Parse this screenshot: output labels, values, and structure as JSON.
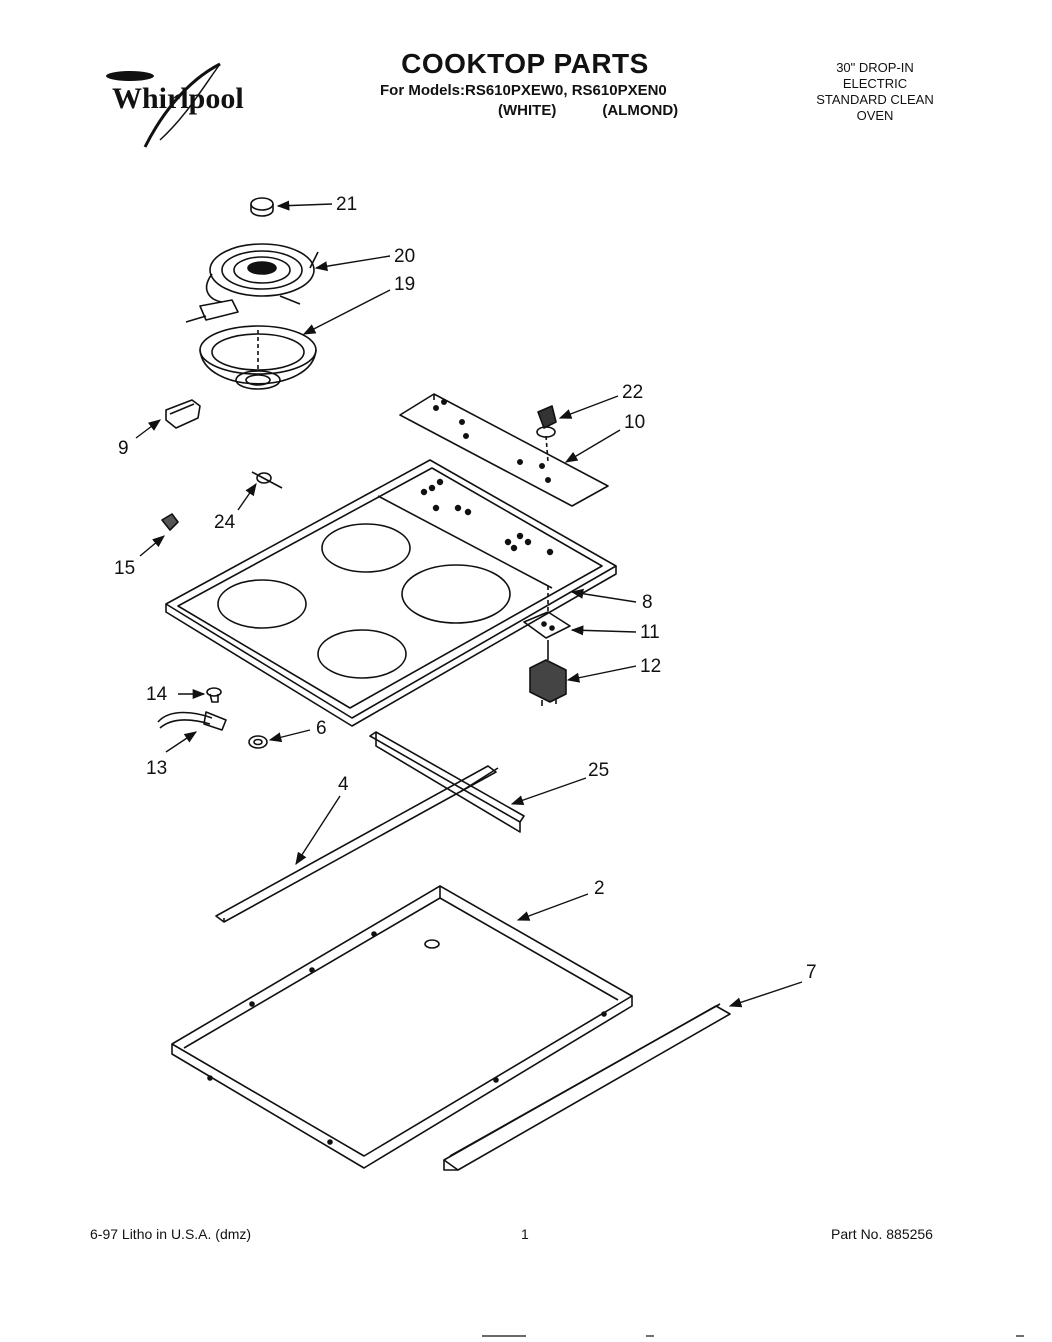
{
  "brand": "Whirlpool",
  "header": {
    "title": "COOKTOP PARTS",
    "models_line": "For Models:RS610PXEW0, RS610PXEN0",
    "variant_white": "(WHITE)",
    "variant_almond": "(ALMOND)"
  },
  "spec": {
    "line1": "30\" DROP-IN",
    "line2": "ELECTRIC",
    "line3": "STANDARD CLEAN",
    "line4": "OVEN"
  },
  "callouts": {
    "c21": "21",
    "c20": "20",
    "c19": "19",
    "c9": "9",
    "c22": "22",
    "c10": "10",
    "c24": "24",
    "c15": "15",
    "c8": "8",
    "c11": "11",
    "c12": "12",
    "c14": "14",
    "c6": "6",
    "c13": "13",
    "c25": "25",
    "c4": "4",
    "c2": "2",
    "c7": "7"
  },
  "footer": {
    "left": "6-97 Litho in U.S.A. (dmz)",
    "page": "1",
    "right": "Part No. 885256"
  }
}
